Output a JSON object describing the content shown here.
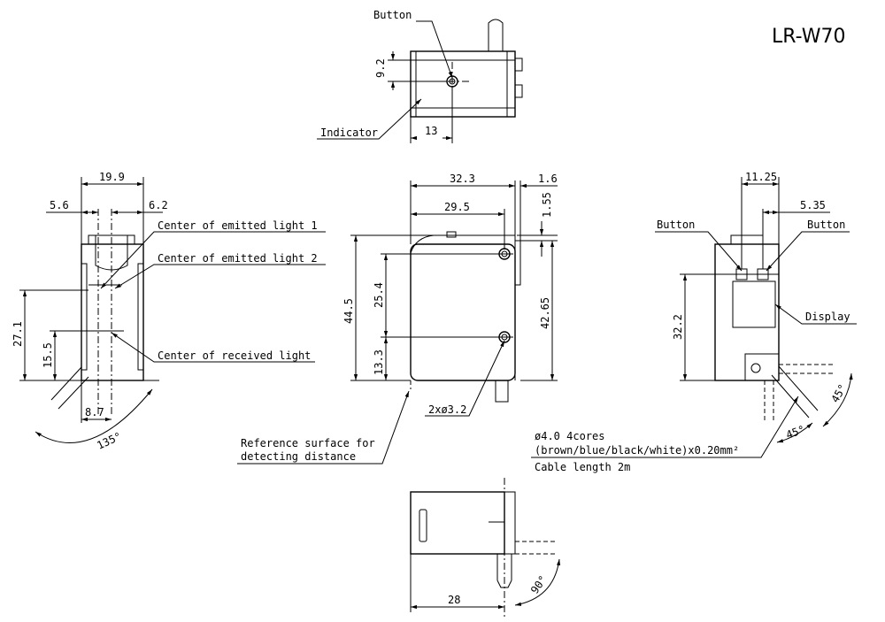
{
  "model": "LR-W70",
  "top_view": {
    "button_label": "Button",
    "indicator_label": "Indicator",
    "dim_height": "9.2",
    "dim_width": "13"
  },
  "left_view": {
    "dim_width": "19.9",
    "dim_left": "5.6",
    "dim_right": "6.2",
    "dim_h1": "27.1",
    "dim_h2": "15.5",
    "dim_bottom": "8.7",
    "angle": "135°",
    "emit1_label": "Center of emitted light 1",
    "emit2_label": "Center of emitted light 2",
    "received_label": "Center of received light"
  },
  "front_view": {
    "dim_width": "32.3",
    "dim_inner_width": "29.5",
    "dim_offset": "1.6",
    "dim_small": "1.55",
    "dim_height": "44.5",
    "dim_hole_spacing": "25.4",
    "dim_bottom_hole": "13.3",
    "dim_right_height": "42.65",
    "holes_label": "2xø3.2",
    "reference_label_1": "Reference surface for",
    "reference_label_2": "detecting distance"
  },
  "right_view": {
    "dim_width": "11.25",
    "dim_offset": "5.35",
    "button_left": "Button",
    "button_right": "Button",
    "display_label": "Display",
    "dim_height": "32.2",
    "angle1": "45°",
    "angle2": "45°"
  },
  "cable": {
    "line1": "ø4.0 4cores",
    "line2": "(brown/blue/black/white)x0.20mm²",
    "line3": "Cable length 2m"
  },
  "bottom_view": {
    "dim_width": "28",
    "angle": "90°"
  }
}
